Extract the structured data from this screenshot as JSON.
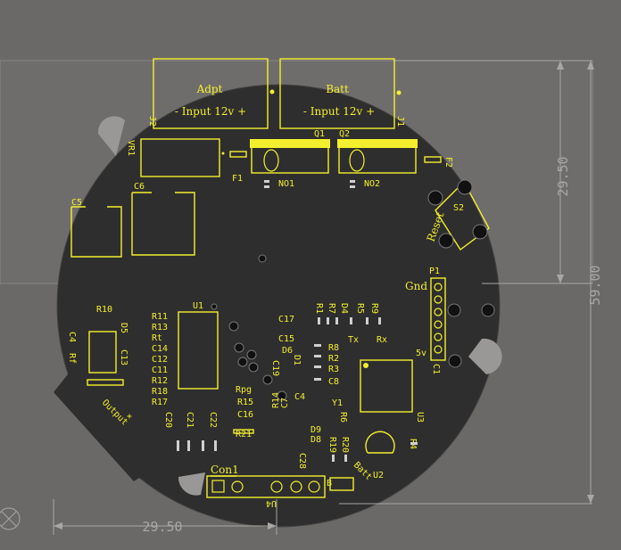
{
  "board": {
    "connectors": {
      "adapter": {
        "title": "Adpt",
        "subtitle": "- Input 12v +",
        "ref": "J2"
      },
      "battery": {
        "title": "Batt",
        "subtitle": "- Input 12v +",
        "ref": "J1"
      }
    },
    "labels": {
      "vr1": "VR1",
      "q1": "Q1",
      "q2": "Q2",
      "f1": "F1",
      "f2": "F2",
      "no1": "NO1",
      "no2": "NO2",
      "c5": "C5",
      "c6": "C6",
      "s2": "S2",
      "reset": "Reset",
      "p1": "P1",
      "gnd": "Gnd",
      "v5": "5v",
      "c1": "C1",
      "r10": "R10",
      "u1": "U1",
      "r11": "R11",
      "r13": "R13",
      "rt": "Rt",
      "c14": "C14",
      "c12": "C12",
      "c11": "C11",
      "r12": "R12",
      "r18": "R18",
      "r17": "R17",
      "c4a": "C4",
      "rf": "Rf",
      "d5": "D5",
      "c13": "C13",
      "output": "Output",
      "c20": "C20",
      "c21": "C21",
      "c22": "C22",
      "c17": "C17",
      "c15": "C15",
      "d6": "D6",
      "c19": "C19",
      "d1": "D1",
      "rpg": "Rpg",
      "r15": "R15",
      "c16": "C16",
      "r14": "R14",
      "c7": "C7",
      "c4b": "C4",
      "r21": "R21",
      "r1": "R1",
      "r7": "R7",
      "d4": "D4",
      "r5": "R5",
      "r9": "R9",
      "tx": "Tx",
      "rx": "Rx",
      "r8": "R8",
      "r2": "R2",
      "r3": "R3",
      "c8": "C8",
      "y1": "Y1",
      "r6": "R6",
      "u3": "U3",
      "d9": "D9",
      "d8": "D8",
      "r19": "R19",
      "r20": "R20",
      "r4": "R4",
      "c28": "C28",
      "con1": "Con1",
      "u4": "U4",
      "batt": "Batt",
      "u2": "U2",
      "b": "B"
    }
  },
  "dimensions": {
    "vertical_small": "29.50",
    "vertical_large": "59.00",
    "horizontal": "29.50"
  },
  "colors": {
    "background": "#6b6967",
    "board": "#2e2e2e",
    "silkscreen": "#f4ef2e",
    "dimension": "#a9a7a4"
  }
}
